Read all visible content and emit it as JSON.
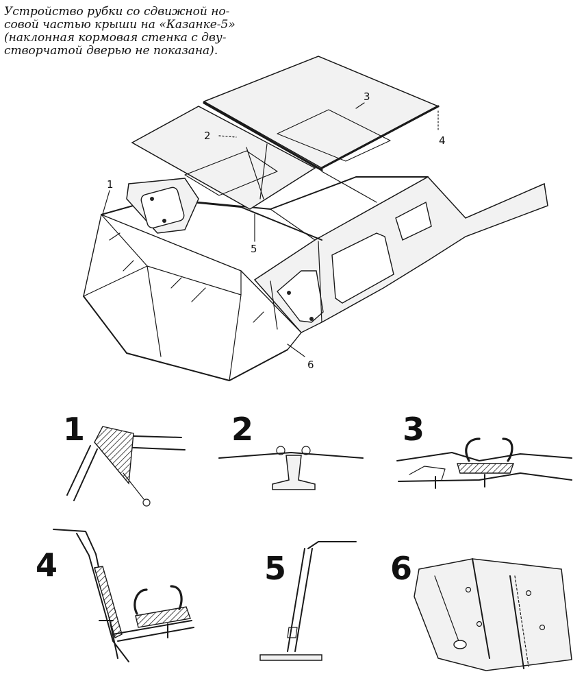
{
  "caption": {
    "lines": [
      "Устройство рубки со сдвижной но-",
      "совой частью крыши на «Казанке-5»",
      "(наклонная кормовая стенка с дву-",
      "створчатой дверью не показана)."
    ]
  },
  "callouts": [
    "1",
    "2",
    "3",
    "4",
    "5",
    "6"
  ],
  "details": [
    "1",
    "2",
    "3",
    "4",
    "5",
    "6"
  ]
}
